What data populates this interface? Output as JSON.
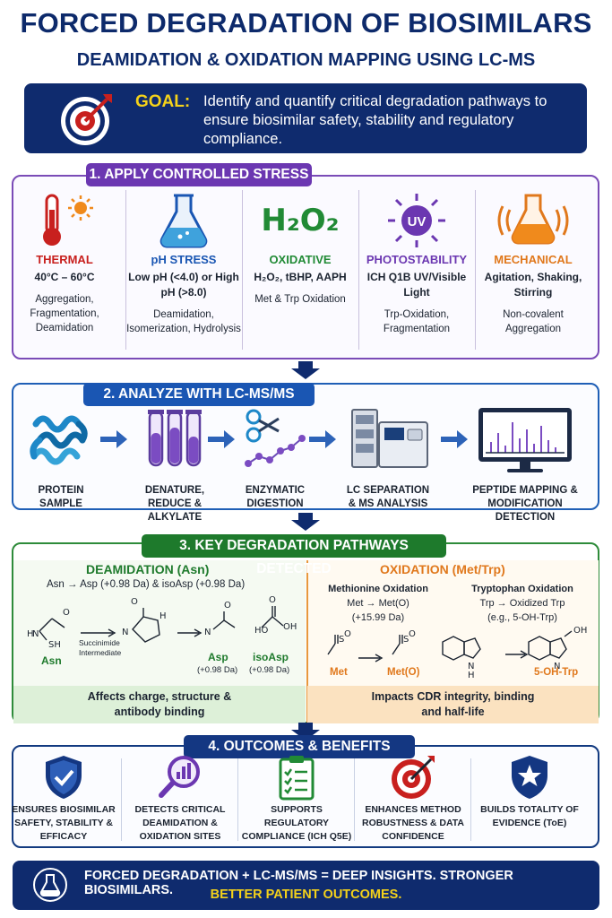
{
  "title": "FORCED DEGRADATION OF BIOSIMILARS",
  "subtitle": "DEAMIDATION & OXIDATION MAPPING USING LC-MS",
  "goal": {
    "label": "GOAL:",
    "text": "Identify and quantify critical degradation pathways to ensure biosimilar safety, stability and regulatory compliance."
  },
  "section1": {
    "heading": "1. APPLY CONTROLLED STRESS",
    "columns": [
      {
        "name": "THERMAL",
        "condition": "40°C – 60°C",
        "effect": "Aggregation, Fragmentation, Deamidation",
        "color": "#c8201e",
        "icon": "thermometer-sun-icon"
      },
      {
        "name": "pH STRESS",
        "condition": "Low pH (<4.0) or High pH (>8.0)",
        "effect": "Deamidation, Isomerization, Hydrolysis",
        "color": "#1a56b3",
        "icon": "flask-icon"
      },
      {
        "name": "OXIDATIVE",
        "condition": "H₂O₂, tBHP, AAPH",
        "effect": "Met & Trp Oxidation",
        "color": "#218a35",
        "icon": "h2o2-text"
      },
      {
        "name": "PHOTOSTABILITY",
        "condition": "ICH Q1B UV/Visible Light",
        "effect": "Trp-Oxidation, Fragmentation",
        "color": "#6b37b1",
        "icon": "uv-icon"
      },
      {
        "name": "MECHANICAL",
        "condition": "Agitation, Shaking, Stirring",
        "effect": "Non-covalent Aggregation",
        "color": "#e0781c",
        "icon": "shaking-flask-icon"
      }
    ],
    "h2o2": "H₂O₂",
    "uv": "UV"
  },
  "section2": {
    "heading": "2. ANALYZE WITH LC-MS/MS",
    "steps": [
      {
        "label": "PROTEIN SAMPLE",
        "icon": "protein-icon"
      },
      {
        "label": "DENATURE, REDUCE & ALKYLATE",
        "icon": "test-tubes-icon"
      },
      {
        "label": "ENZYMATIC DIGESTION",
        "icon": "scissors-icon"
      },
      {
        "label": "LC SEPARATION & MS ANALYSIS",
        "icon": "lc-ms-instrument-icon"
      },
      {
        "label": "PEPTIDE MAPPING & MODIFICATION DETECTION",
        "icon": "monitor-spectrum-icon"
      }
    ]
  },
  "section3": {
    "heading": "3. KEY DEGRADATION PATHWAYS DETECTED",
    "deamidation": {
      "title": "DEAMIDATION (Asn)",
      "reaction": "Asn → Asp (+0.98 Da) & isoAsp (+0.98 Da)",
      "asn": "Asn",
      "intermediate": "Succinimide Intermediate",
      "asp": "Asp",
      "asp_mass": "(+0.98 Da)",
      "isoasp": "isoAsp",
      "isoasp_mass": "(+0.98 Da)",
      "footer": "Affects charge, structure & antibody binding"
    },
    "oxidation": {
      "title": "OXIDATION (Met/Trp)",
      "met_title": "Methionine Oxidation",
      "met_reaction": "Met → Met(O)",
      "met_mass": "(+15.99 Da)",
      "met": "Met",
      "met_o": "Met(O)",
      "trp_title": "Tryptophan Oxidation",
      "trp_reaction": "Trp → Oxidized Trp",
      "trp_example": "(e.g., 5-OH-Trp)",
      "trp_product": "5-OH-Trp",
      "footer": "Impacts CDR integrity, binding and half-life"
    }
  },
  "section4": {
    "heading": "4. OUTCOMES & BENEFITS",
    "outcomes": [
      {
        "label": "ENSURES BIOSIMILAR SAFETY, STABILITY & EFFICACY",
        "icon": "shield-check-icon"
      },
      {
        "label": "DETECTS CRITICAL DEAMIDATION & OXIDATION SITES",
        "icon": "magnifier-chart-icon"
      },
      {
        "label": "SUPPORTS REGULATORY COMPLIANCE (ICH Q5E)",
        "icon": "clipboard-icon"
      },
      {
        "label": "ENHANCES METHOD ROBUSTNESS & DATA CONFIDENCE",
        "icon": "target-icon"
      },
      {
        "label": "BUILDS TOTALITY OF EVIDENCE (ToE)",
        "icon": "star-badge-icon"
      }
    ]
  },
  "footer": {
    "line1": "FORCED DEGRADATION + LC-MS/MS = DEEP INSIGHTS. STRONGER BIOSIMILARS.",
    "line2": "BETTER PATIENT OUTCOMES."
  }
}
